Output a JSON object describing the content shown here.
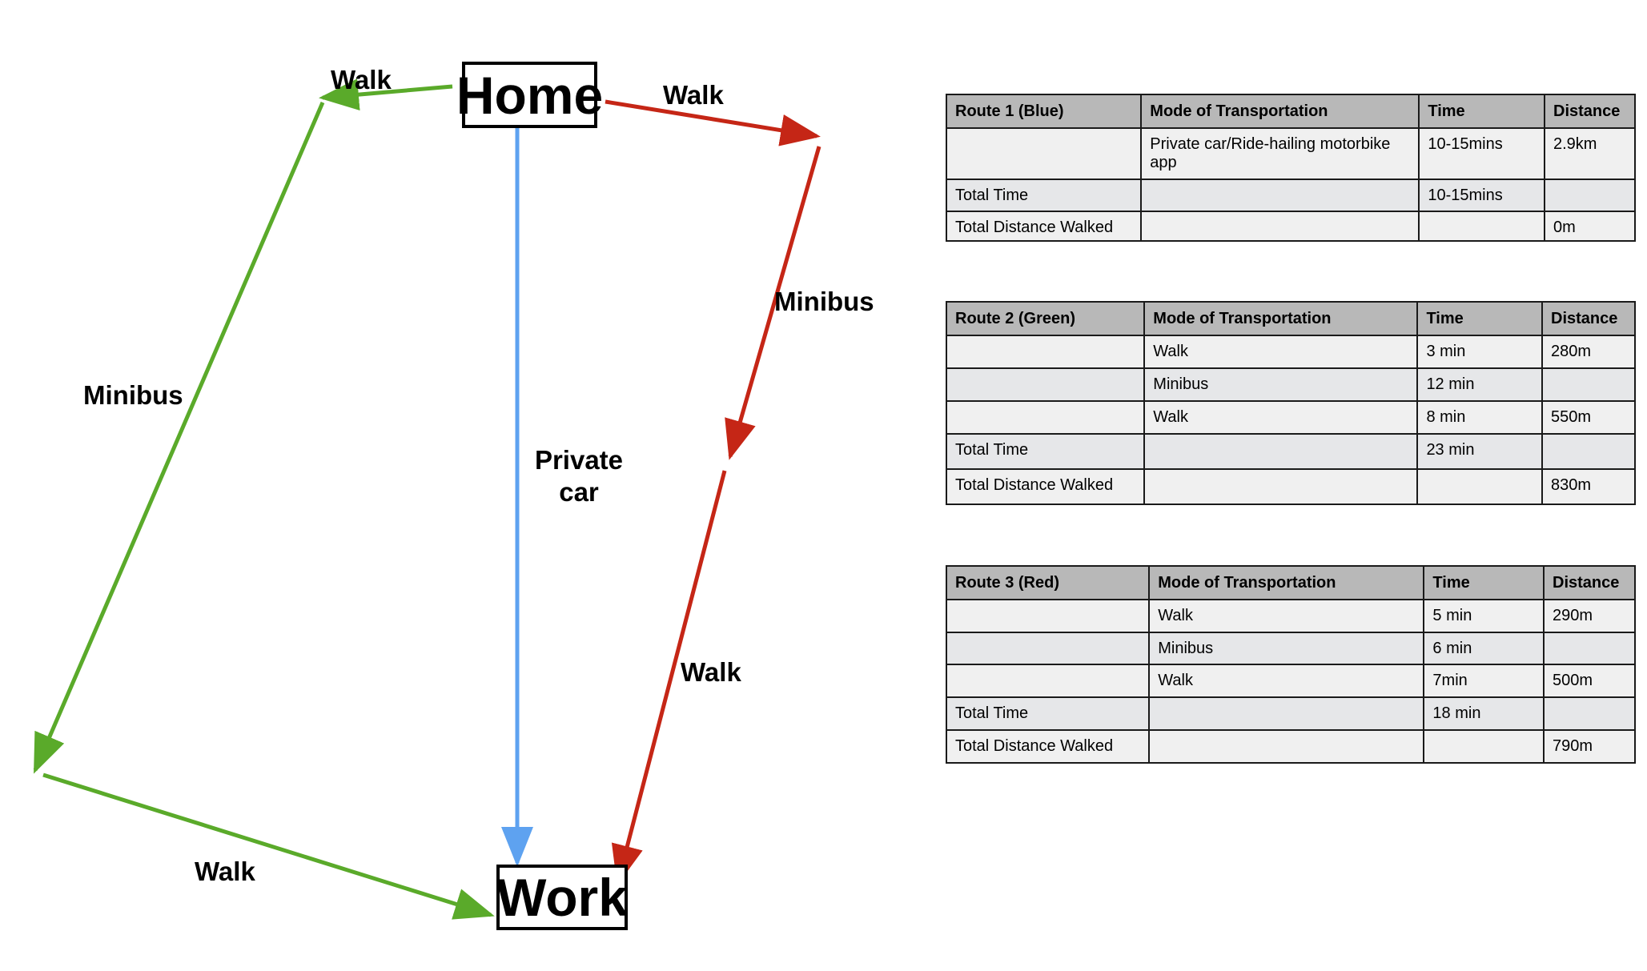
{
  "diagram": {
    "nodes": {
      "home": "Home",
      "work": "Work"
    },
    "colors": {
      "blue": "#5ea2f0",
      "green": "#5aaa2a",
      "red": "#c52616"
    },
    "labels": {
      "green_walk_top": "Walk",
      "green_minibus": "Minibus",
      "green_walk_bottom": "Walk",
      "blue_private_line1": "Private",
      "blue_private_line2": "car",
      "red_walk_top": "Walk",
      "red_minibus": "Minibus",
      "red_walk_bottom": "Walk"
    }
  },
  "tables": [
    {
      "headers": [
        "Route 1 (Blue)",
        "Mode of Transportation",
        "Time",
        "Distance"
      ],
      "rows": [
        [
          "",
          "Private car/Ride-hailing motorbike app",
          "10-15mins",
          "2.9km"
        ],
        [
          "Total Time",
          "",
          "10-15mins",
          ""
        ],
        [
          "Total Distance Walked",
          "",
          "",
          "0m"
        ]
      ]
    },
    {
      "headers": [
        "Route 2 (Green)",
        "Mode of Transportation",
        "Time",
        "Distance"
      ],
      "rows": [
        [
          "",
          "Walk",
          "3 min",
          "280m"
        ],
        [
          "",
          "Minibus",
          "12 min",
          ""
        ],
        [
          "",
          "Walk",
          "8 min",
          "550m"
        ],
        [
          "Total Time",
          "",
          "23 min",
          ""
        ],
        [
          "Total Distance Walked",
          "",
          "",
          "830m"
        ]
      ]
    },
    {
      "headers": [
        "Route 3 (Red)",
        "Mode of Transportation",
        "Time",
        "Distance"
      ],
      "rows": [
        [
          "",
          "Walk",
          "5 min",
          "290m"
        ],
        [
          "",
          "Minibus",
          "6 min",
          ""
        ],
        [
          "",
          "Walk",
          "7min",
          "500m"
        ],
        [
          "Total Time",
          "",
          "18 min",
          ""
        ],
        [
          "Total Distance Walked",
          "",
          "",
          "790m"
        ]
      ]
    }
  ]
}
